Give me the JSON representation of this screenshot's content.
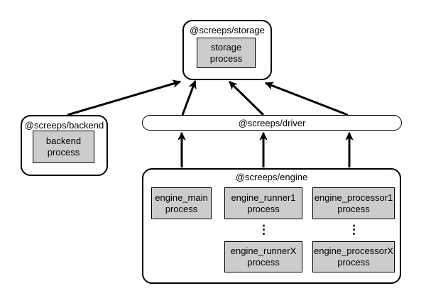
{
  "colors": {
    "background": "#ffffff",
    "node_fill": "#ffffff",
    "process_fill": "#cccccc",
    "border": "#000000",
    "arrow": "#000000",
    "text": "#000000"
  },
  "nodes": {
    "storage": {
      "label": "@screeps/storage",
      "process_label": "storage\nprocess"
    },
    "backend": {
      "label": "@screeps/backend",
      "process_label": "backend\nprocess"
    },
    "driver": {
      "label": "@screeps/driver"
    },
    "engine": {
      "label": "@screeps/engine",
      "processes": [
        {
          "id": "engine_main",
          "label": "engine_main\nprocess"
        },
        {
          "id": "engine_runner1",
          "label": "engine_runner1\nprocess"
        },
        {
          "id": "engine_processor1",
          "label": "engine_processor1\nprocess"
        },
        {
          "id": "engine_runnerX",
          "label": "engine_runnerX\nprocess"
        },
        {
          "id": "engine_processorX",
          "label": "engine_processorX\nprocess"
        }
      ],
      "ellipsis": "⋮"
    }
  },
  "edges": [
    {
      "from": "backend",
      "to": "storage"
    },
    {
      "from": "driver",
      "to": "storage"
    },
    {
      "from": "driver",
      "to": "storage"
    },
    {
      "from": "driver",
      "to": "storage"
    },
    {
      "from": "engine",
      "to": "driver"
    },
    {
      "from": "engine",
      "to": "driver"
    },
    {
      "from": "engine",
      "to": "driver"
    }
  ]
}
